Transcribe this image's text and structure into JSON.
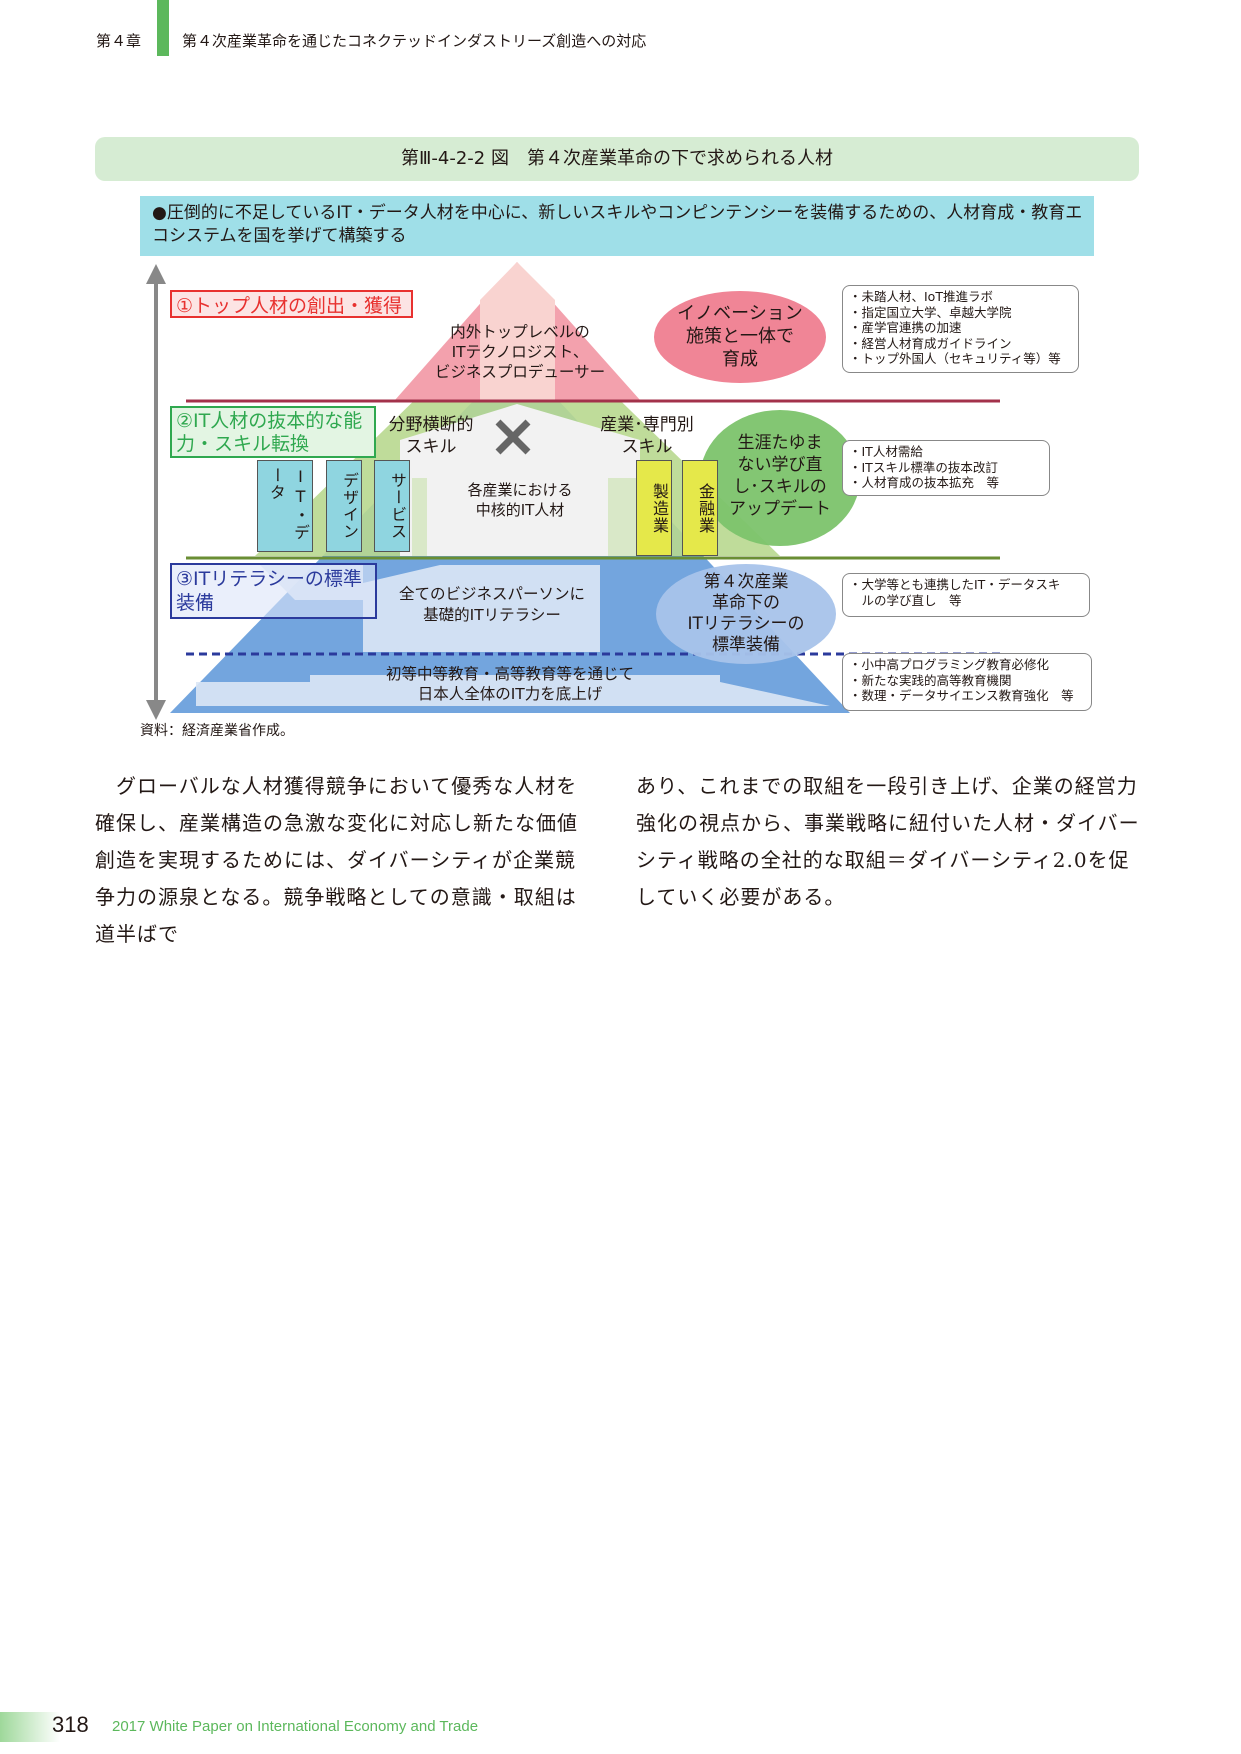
{
  "header": {
    "chapter": "第４章",
    "title": "第４次産業革命を通じたコネクテッドインダストリーズ創造への対応"
  },
  "figure": {
    "title": "第Ⅲ-4-2-2 図　第４次産業革命の下で求められる人材",
    "summary": "●圧倒的に不足しているIT・データ人材を中心に、新しいスキルやコンピンテンシーを装備するための、人材育成・教育エコシステムを国を挙げて構築する",
    "levels": {
      "top": "①トップ人材の創出・獲得",
      "middle": "②IT人材の抜本的な能力・スキル転換",
      "base": "③ITリテラシーの標準装備"
    },
    "top_label": "内外トップレベルの\nITテクノロジスト、\nビジネスプロデューサー",
    "innovation": "イノベーション\n施策と一体で\n育成",
    "cross_skill": "分野横断的\nスキル",
    "industry_skill": "産業･専門別\nスキル",
    "core_it": "各産業における\n中核的IT人材",
    "pillars_left": [
      "IT・データ",
      "デザイン",
      "サービス"
    ],
    "pillars_right": [
      "製造業",
      "金融業"
    ],
    "lifelong": "生涯たゆま\nない学び直\nし･スキルの\nアップデート",
    "base_all": "全てのビジネスパーソンに\n基礎的ITリテラシー",
    "base_4th": "第４次産業\n革命下の\nITリテラシーの\n標準装備",
    "bottom": "初等中等教育・高等教育等を通じて\n日本人全体のIT力を底上げ",
    "notes": {
      "top": "・未踏人材、IoT推進ラボ\n・指定国立大学、卓越大学院\n・産学官連携の加速\n・経営人材育成ガイドライン\n・トップ外国人（セキュリティ等）等",
      "middle": "・IT人材需給\n・ITスキル標準の抜本改訂\n・人材育成の抜本拡充　等",
      "base": "・大学等とも連携したIT・データスキ\n　ルの学び直し　等",
      "bottom": "・小中高プログラミング教育必修化\n・新たな実践的高等教育機関\n・数理・データサイエンス教育強化　等"
    },
    "source": "資料：経済産業省作成。"
  },
  "body": {
    "left": "　グローバルな人材獲得競争において優秀な人材を確保し、産業構造の急激な変化に対応し新たな価値創造を実現するためには、ダイバーシティが企業競争力の源泉となる。競争戦略としての意識・取組は道半ばで",
    "right": "あり、これまでの取組を一段引き上げ、企業の経営力強化の視点から、事業戦略に紐付いた人材・ダイバーシティ戦略の全社的な取組＝ダイバーシティ2.0を促していく必要がある。"
  },
  "footer": {
    "page": "318",
    "title": "2017 White Paper on International Economy and Trade"
  }
}
